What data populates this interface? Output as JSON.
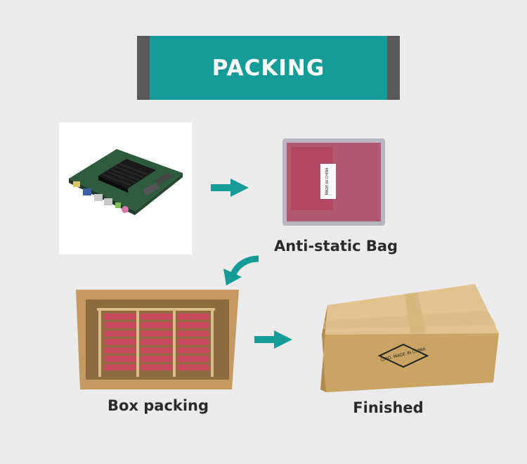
{
  "banner": {
    "title": "PACKING",
    "bg_color": "#159c98",
    "side_color": "#5a5a5a"
  },
  "steps": [
    {
      "label": "",
      "image": "motherboard-photo"
    },
    {
      "label": "Anti-static Bag",
      "image": "anti-static-bag-photo",
      "bag_text": "MADE IN CHINA"
    },
    {
      "label": "Box packing",
      "image": "box-packing-photo"
    },
    {
      "label": "Finished",
      "image": "finished-box-photo",
      "box_marking": "C/NO.\nMADE IN CHINA"
    }
  ],
  "arrow_color": "#159c98",
  "icons": [
    "arrow-right-icon",
    "arrow-curved-down-left-icon",
    "arrow-right-icon"
  ]
}
